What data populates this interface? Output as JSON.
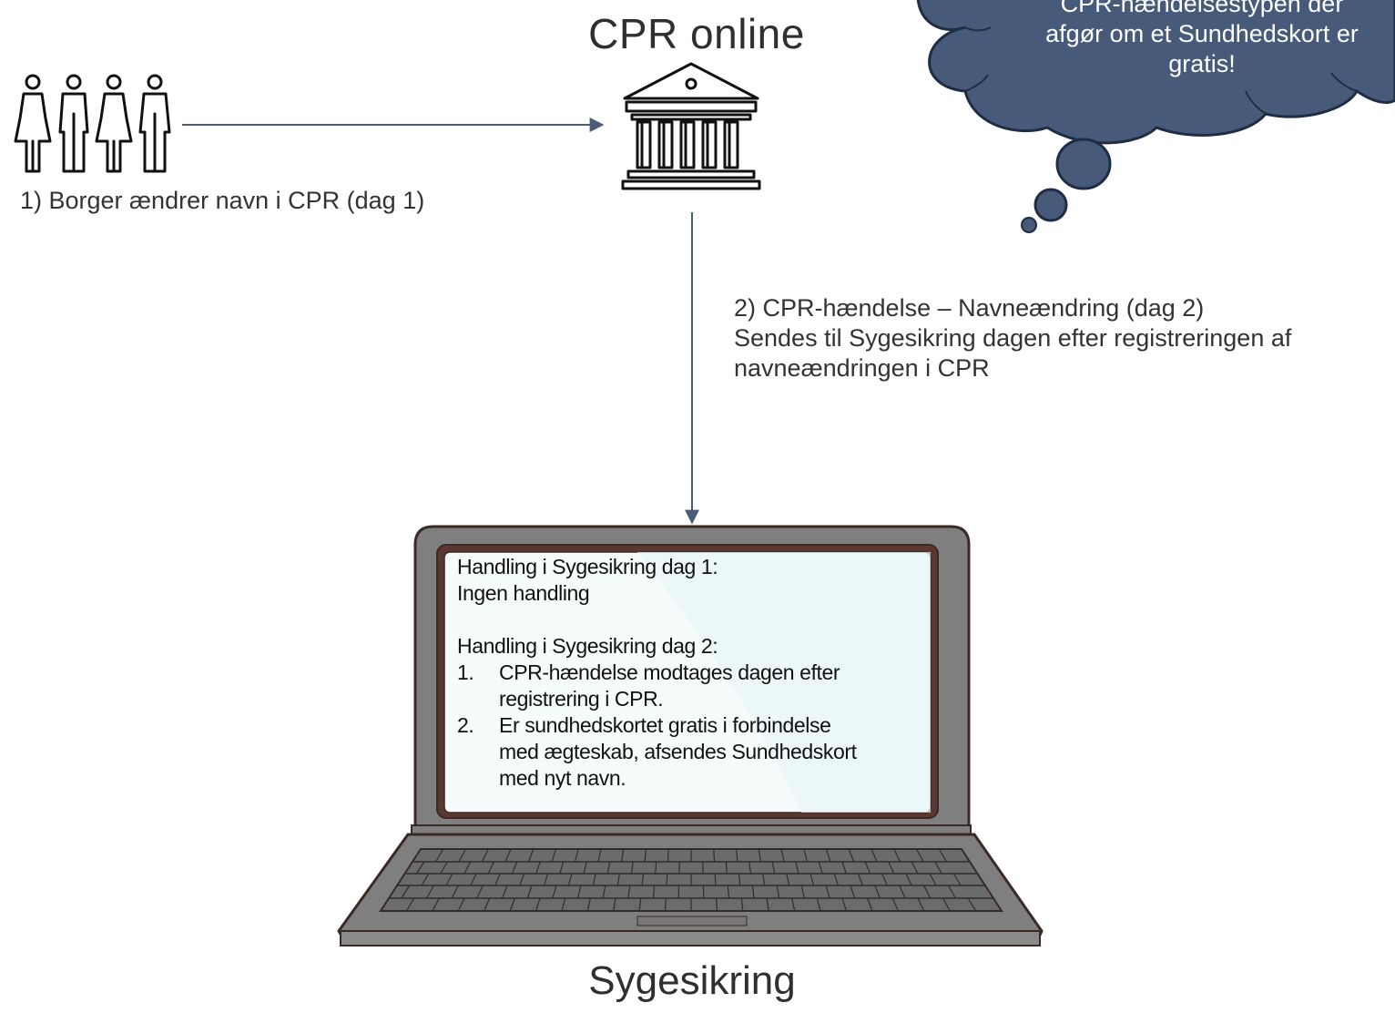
{
  "cpr": {
    "title": "CPR online"
  },
  "step1": {
    "label": "1) Borger ændrer navn i CPR (dag 1)"
  },
  "step2": {
    "lines": [
      "2) CPR-hændelse – Navneændring (dag 2)",
      "Sendes til Sygesikring dagen efter registreringen af",
      "navneændringen i CPR"
    ]
  },
  "cloud": {
    "lines": [
      "CPR-hændelsestypen der",
      "afgør om et Sundhedskort er",
      "gratis!"
    ]
  },
  "screen": {
    "day1_heading": "Handling i Sygesikring dag 1:",
    "day1_text": "Ingen handling",
    "day2_heading": "Handling i Sygesikring dag 2:",
    "items": [
      {
        "num": "1.",
        "lines": [
          "CPR-hændelse modtages dagen efter",
          "registrering i CPR."
        ]
      },
      {
        "num": "2.",
        "lines": [
          "Er sundhedskortet gratis i forbindelse",
          "med ægteskab, afsendes Sundhedskort",
          "med nyt navn."
        ]
      }
    ]
  },
  "sygesikring": {
    "title": "Sygesikring"
  },
  "icons": {
    "people": "people-group-icon",
    "institution": "government-building-icon",
    "laptop": "laptop-icon",
    "cloud": "thought-cloud-icon"
  },
  "colors": {
    "cloud_fill": "#475a79",
    "cloud_stroke": "#1f2d44",
    "arrow": "#4a5c78",
    "laptop_body": "#7f7f7f",
    "laptop_outline": "#4b2e26"
  }
}
